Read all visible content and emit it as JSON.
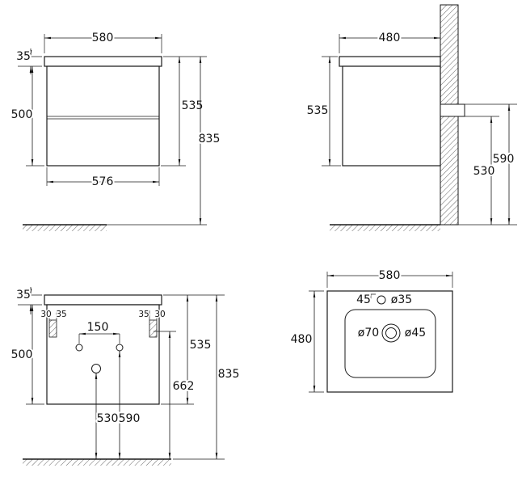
{
  "drawing": {
    "front": {
      "width": "580",
      "top_thickness": "35",
      "body_height": "500",
      "height": "535",
      "mounting_height": "835",
      "inner_width": "576"
    },
    "side": {
      "depth": "480",
      "height": "535",
      "rail_top_height": "590",
      "rail_bottom_height": "530"
    },
    "installation": {
      "top_thickness": "35",
      "bracket_left_offset": "30",
      "bracket_left_width": "35",
      "bracket_right_width": "35",
      "bracket_right_offset": "30",
      "body_height": "500",
      "hole_spacing": "150",
      "height": "535",
      "outlet_height": "662",
      "mounting_height": "835",
      "siphon_height": "530",
      "drain_height": "590"
    },
    "basin": {
      "width": "580",
      "depth": "480",
      "faucet_offset": "45",
      "faucet_hole_diameter": "ø35",
      "overflow_diameter": "ø70",
      "drain_diameter": "ø45"
    }
  }
}
